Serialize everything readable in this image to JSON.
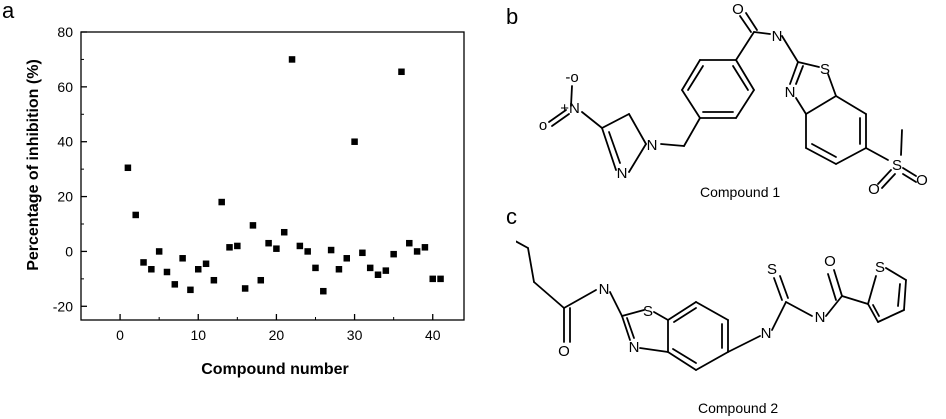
{
  "panels": {
    "a": "a",
    "b": "b",
    "c": "c"
  },
  "chart_data": {
    "type": "scatter",
    "xlabel": "Compound number",
    "ylabel": "Percentage of inhibition (%)",
    "xlim": [
      -5,
      44
    ],
    "ylim": [
      -25,
      80
    ],
    "xticks": [
      0,
      10,
      20,
      30,
      40
    ],
    "yticks": [
      -20,
      0,
      20,
      40,
      60,
      80
    ],
    "marker": "square",
    "marker_color": "#000000",
    "series": [
      {
        "x": [
          1,
          2,
          3,
          4,
          5,
          6,
          7,
          8,
          9,
          10,
          11,
          12,
          13,
          14,
          15,
          16,
          17,
          18,
          19,
          20,
          21,
          22,
          23,
          24,
          25,
          26,
          27,
          28,
          29,
          30,
          31,
          32,
          33,
          34,
          35,
          36,
          37,
          38,
          39,
          40,
          41
        ],
        "y": [
          30.5,
          13.3,
          -4,
          -6.5,
          0,
          -7.5,
          -12,
          -2.5,
          -14,
          -6.5,
          -4.5,
          -10.5,
          18,
          1.5,
          2,
          -13.5,
          9.5,
          -10.5,
          3,
          1,
          7,
          70,
          2,
          0,
          -6,
          -14.5,
          0.5,
          -6.5,
          -2.5,
          40,
          -0.5,
          -6,
          -8.5,
          -7,
          -1,
          65.5,
          3,
          0,
          1.5,
          -10,
          -10
        ]
      }
    ]
  },
  "structures": {
    "compound1": {
      "caption": "Compound 1",
      "atoms": {
        "O_top": "O",
        "N_amide": "N",
        "S_ring": "S",
        "N_ring": "N",
        "O_minus": "-o",
        "N_plus": "+N",
        "O_double": "o",
        "N_pyr1": "N",
        "N_pyr2": "N",
        "S_sulfonyl": "S",
        "O_s1": "O",
        "O_s2": "O"
      }
    },
    "compound2": {
      "caption": "Compound 2",
      "atoms": {
        "N_amide": "N",
        "O_amide": "O",
        "S_ring": "S",
        "N_ring": "N",
        "S_thio": "S",
        "N_thiourea": "N",
        "O_carbonyl": "O",
        "S_thiophene": "S",
        "N_link": "N"
      }
    }
  }
}
